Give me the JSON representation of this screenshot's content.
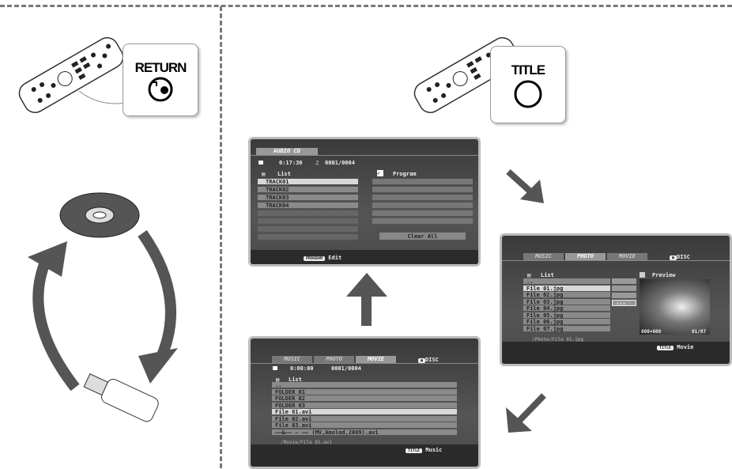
{
  "left": {
    "key_label": "RETURN",
    "key_icon": "return-arrow-icon"
  },
  "right": {
    "key_label": "TITLE",
    "key_icon": "circle-button-icon"
  },
  "audio_cd": {
    "tab": "AUDIO CD",
    "time": "0:17:30",
    "track_counter": "0001/0004",
    "list_label": "List",
    "program_label": "Program",
    "tracks": [
      "TRACK01",
      "TRACK02",
      "TRACK03",
      "TRACK04"
    ],
    "clear_all": "Clear All",
    "footer_key": "PROGRAM",
    "footer_action": "Edit"
  },
  "photo": {
    "tabs": [
      "MUSIC",
      "PHOTO",
      "MOVIE"
    ],
    "active_tab": "PHOTO",
    "disc_label": "DISC",
    "list_label": "List",
    "preview_label": "Preview",
    "files": [
      "..",
      "File 01.jpg",
      "File 02.jpg",
      "File 03.jpg",
      "File 04.jpg",
      "File 05.jpg",
      "File 06.jpg",
      "File 07.jpg"
    ],
    "resolution": "800×600",
    "counter": "01/07",
    "path": "/Photo/File 01.jpg",
    "footer_key": "TITLE",
    "footer_action": "Movie"
  },
  "movie": {
    "tabs": [
      "MUSIC",
      "PHOTO",
      "MOVIE"
    ],
    "active_tab": "MOVIE",
    "disc_label": "DISC",
    "time": "0:00:00",
    "counter": "0001/0004",
    "list_label": "List",
    "files": [
      "..",
      "FOLDER 01",
      "FOLDER 02",
      "FOLDER 03",
      "File 01.avi",
      "File 02.avi",
      "File 03.avi",
      "—–&—— – —— (MV,Amoled,2009).avi"
    ],
    "path": "/Movie/File 01.avi",
    "footer_key": "TITLE",
    "footer_action": "Music"
  }
}
